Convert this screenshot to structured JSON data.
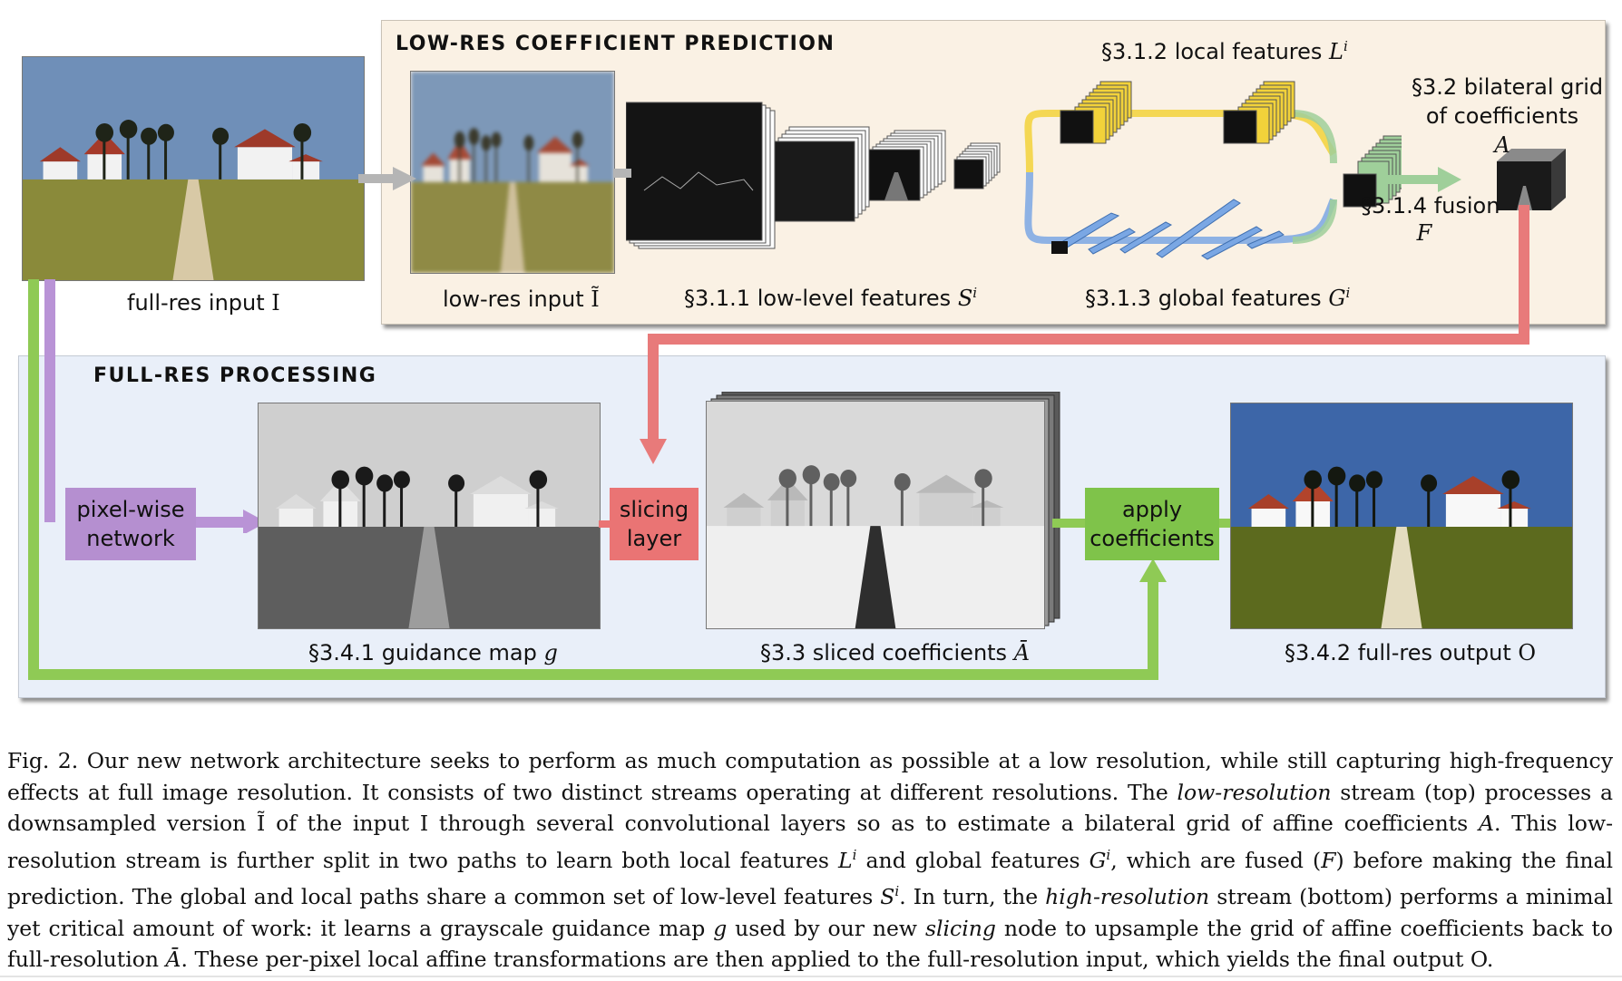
{
  "top_panel": {
    "title": "LOW-RES COEFFICIENT PREDICTION"
  },
  "bottom_panel": {
    "title": "FULL-RES PROCESSING"
  },
  "labels": {
    "full_res_input": {
      "text": "full-res input",
      "symbol": "I"
    },
    "low_res_input": {
      "text": "low-res input",
      "symbol": "Ĩ"
    },
    "low_level": {
      "text": "§3.1.1 low-level features",
      "symbol": "S",
      "sup": "i"
    },
    "local": {
      "text": "§3.1.2 local features",
      "symbol": "L",
      "sup": "i"
    },
    "global": {
      "text": "§3.1.3 global features",
      "symbol": "G",
      "sup": "i"
    },
    "grid_line1": "§3.2 bilateral grid",
    "grid_line2": "of coefficients",
    "grid_symbol": "A",
    "fusion": "§3.1.4 fusion",
    "fusion_symbol": "F",
    "guidance": {
      "text": "§3.4.1 guidance map",
      "symbol": "g"
    },
    "sliced": {
      "text": "§3.3 sliced coefficients",
      "symbol": "Ā"
    },
    "output": {
      "text": "§3.4.2 full-res output",
      "symbol": "O"
    }
  },
  "boxes": {
    "pixelwise_line1": "pixel-wise",
    "pixelwise_line2": "network",
    "slicing_line1": "slicing",
    "slicing_line2": "layer",
    "apply_line1": "apply",
    "apply_line2": "coefficients"
  },
  "colors": {
    "pixelwise": "#b58fd0",
    "slicing": "#ea7474",
    "apply": "#7fc34a",
    "local_features": "#f2d23a",
    "global_features": "#7aa7e4",
    "fusion_features": "#9fcf9a",
    "arrow_gray": "#b5b5b5",
    "arrow_red": "#e87a7a",
    "arrow_green": "#8fca55",
    "arrow_purple": "#b993d6"
  },
  "caption": {
    "p1": "Fig. 2.  Our new network architecture seeks to perform as much computation as possible at a low resolution, while still capturing high-frequency effects at full image resolution. It consists of two distinct streams operating at different resolutions. The ",
    "em1": "low-resolution",
    "p2": " stream (top) processes a downsampled version Ĩ of the input I through several convolutional layers so as to estimate a bilateral grid of affine coefficients ",
    "m1": "A",
    "p3": ". This low-resolution stream is further split in two paths to learn both local features ",
    "m2": "L",
    "m2sup": "i",
    "p4": " and global features ",
    "m3": "G",
    "m3sup": "i",
    "p5": ", which are fused (",
    "m4": "F",
    "p6": ") before making the final prediction. The global and local paths share a common set of low-level features ",
    "m5": "S",
    "m5sup": "i",
    "p7": ". In turn, the ",
    "em2": "high-resolution",
    "p8": " stream (bottom) performs a minimal yet critical amount of work: it learns a grayscale guidance map ",
    "m6": "g",
    "p9": " used by our new ",
    "em3": "slicing",
    "p10": " node to upsample the grid of affine coefficients back to full-resolution ",
    "m7": "Ā",
    "p11": ". These per-pixel local affine transformations are then applied to the full-resolution input, which yields the final output O."
  }
}
